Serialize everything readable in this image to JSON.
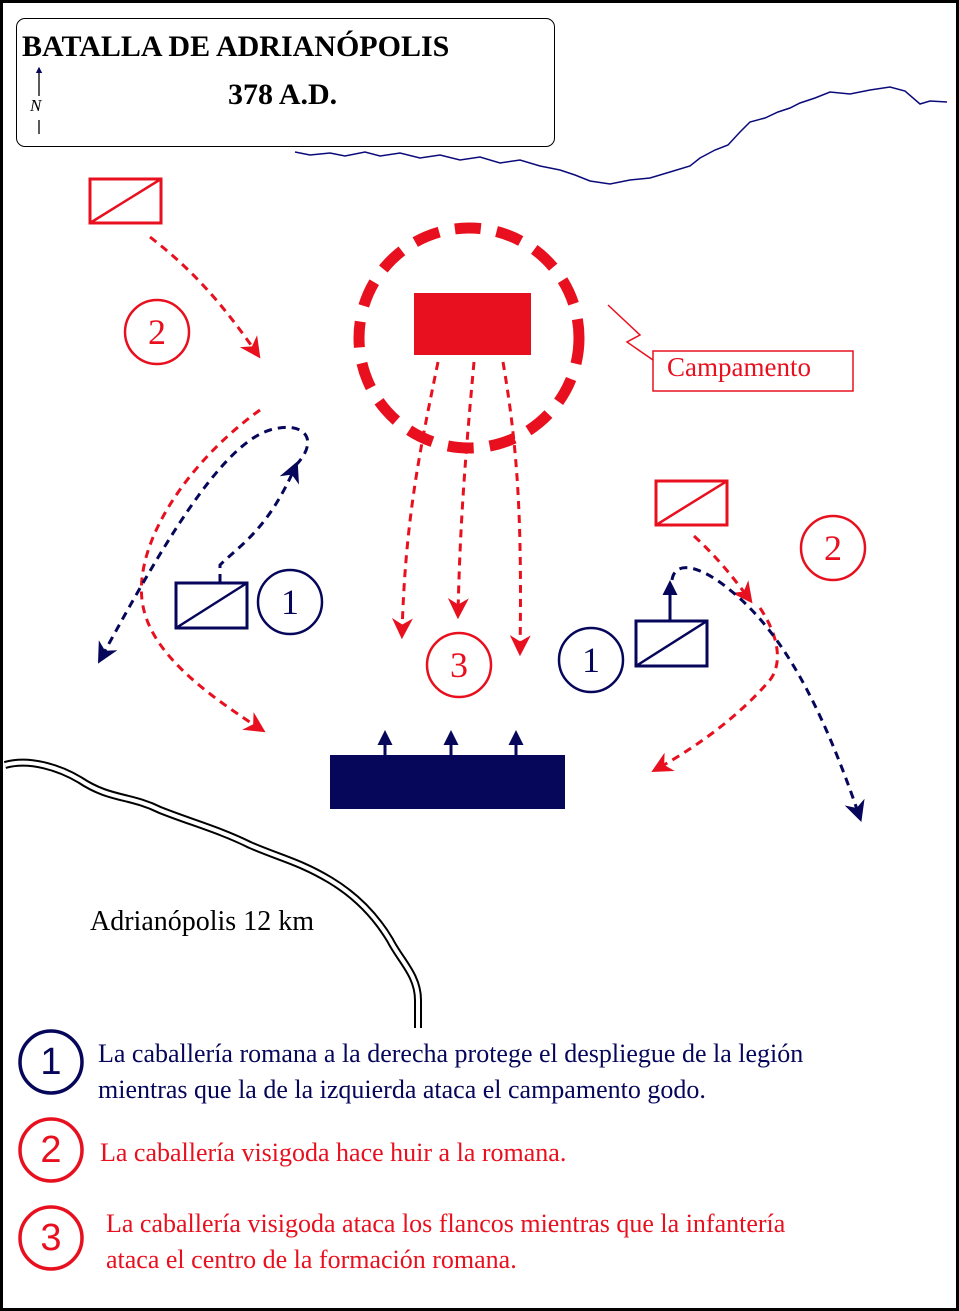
{
  "title": "BATALLA DE ADRIANÓPOLIS",
  "subtitle": "378 A.D.",
  "north_label": "N",
  "camp_label": "Campamento",
  "place_label": "Adrianópolis 12 km",
  "markers": {
    "left_red": "2",
    "right_red": "2",
    "left_blue": "1",
    "right_blue": "1",
    "center_red": "3"
  },
  "legend": [
    {
      "number": "1",
      "text_line1": "La caballería romana a la derecha protege el despliegue de la legión",
      "text_line2": "mientras que la de la izquierda ataca el campamento godo."
    },
    {
      "number": "2",
      "text_line1": "La caballería visigoda hace huir a la romana.",
      "text_line2": ""
    },
    {
      "number": "3",
      "text_line1": "La caballería visigoda ataca los flancos mientras que la infantería",
      "text_line2": "ataca el centro de la formación romana."
    }
  ],
  "colors": {
    "roman": "#06065a",
    "goth": "#e8101e",
    "river": "#0a0a7a"
  }
}
